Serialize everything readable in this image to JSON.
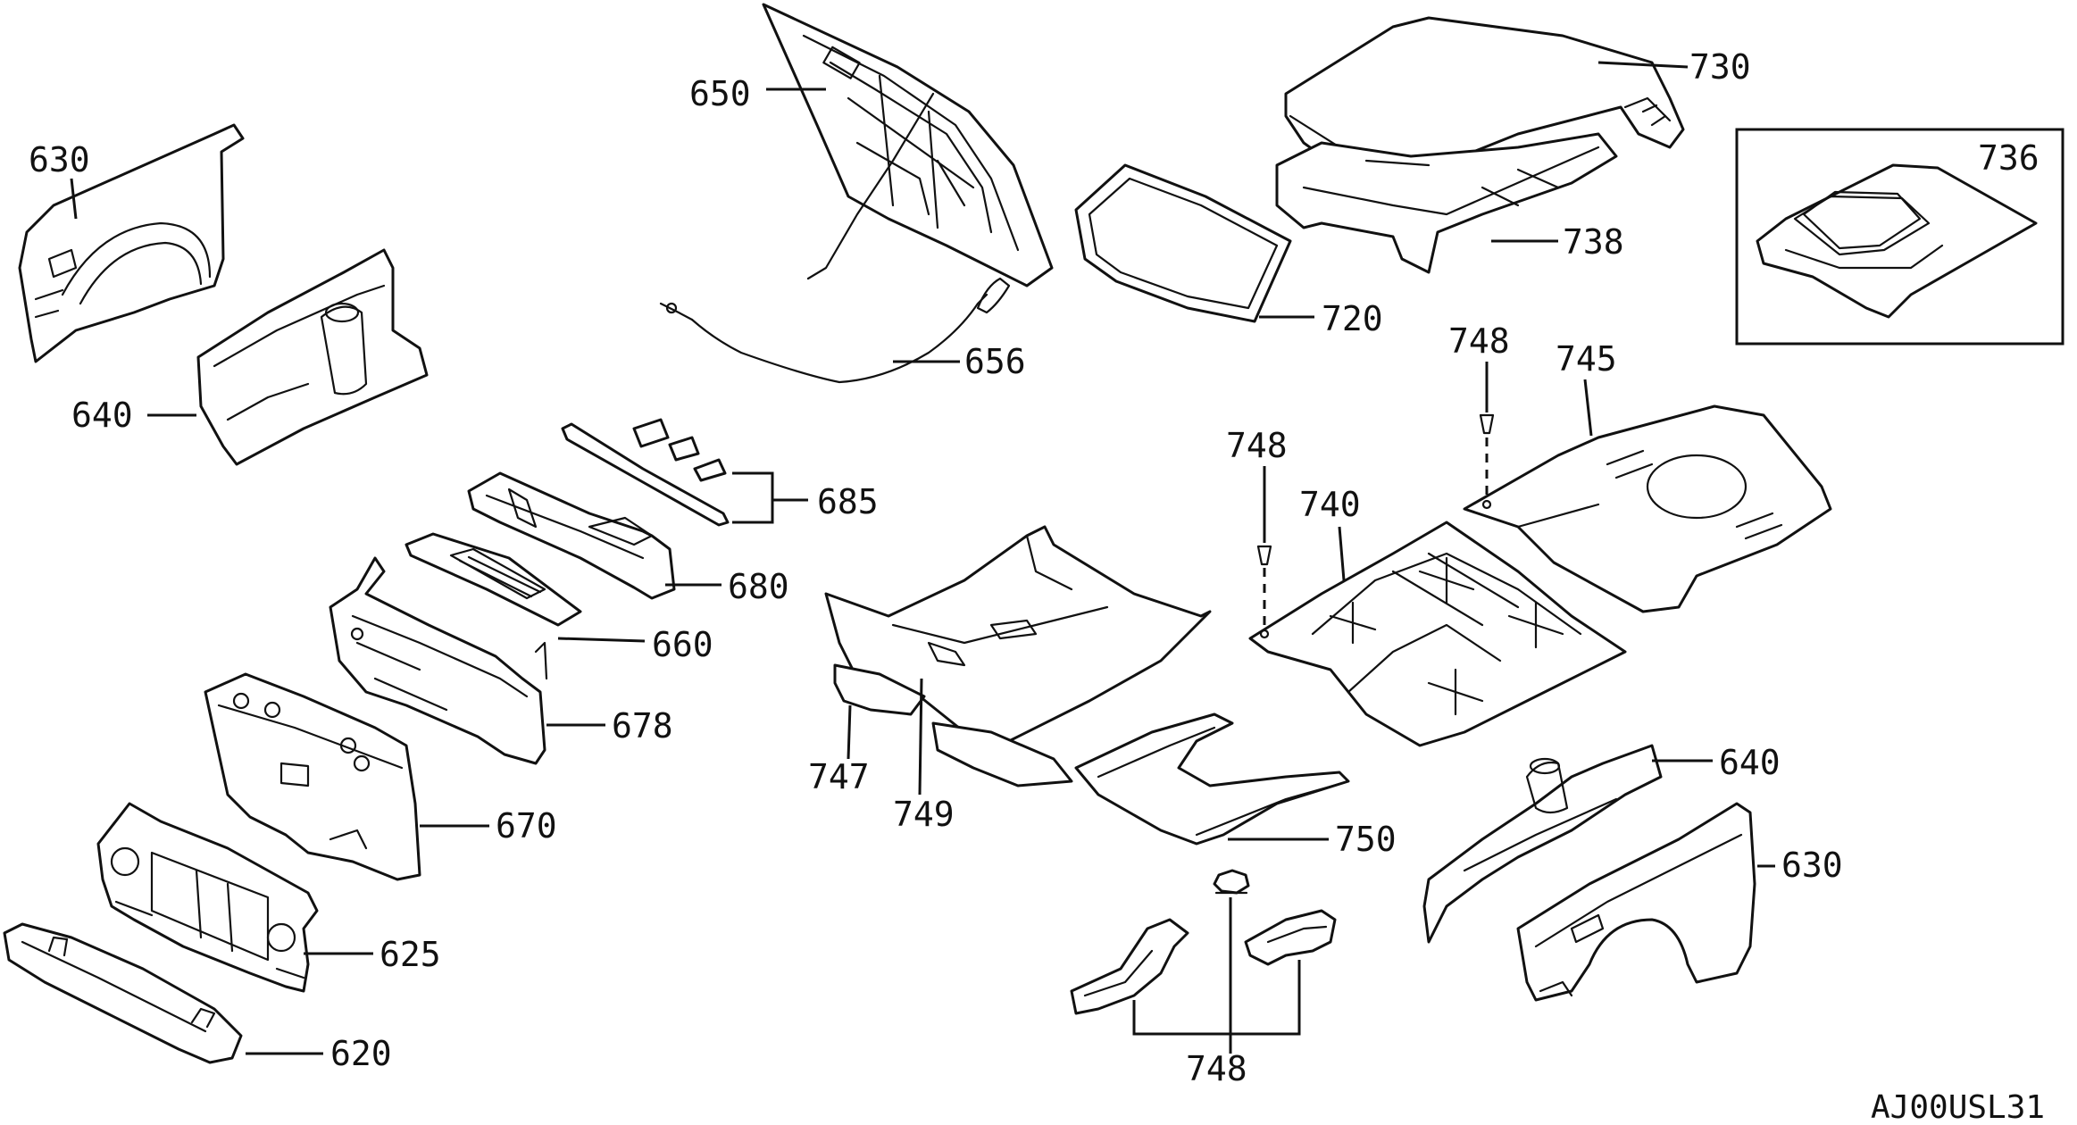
{
  "diagram": {
    "reference_code": "AJ00USL31",
    "callouts": {
      "c630_left": "630",
      "c640_left": "640",
      "c650": "650",
      "c656": "656",
      "c730": "730",
      "c738": "738",
      "c720": "720",
      "c736": "736",
      "c748_top_right": "748",
      "c745": "745",
      "c748_mid": "748",
      "c740": "740",
      "c685": "685",
      "c680": "680",
      "c660": "660",
      "c678": "678",
      "c670": "670",
      "c625": "625",
      "c620": "620",
      "c747": "747",
      "c749": "749",
      "c750": "750",
      "c640_right": "640",
      "c630_right": "630",
      "c748_bottom": "748"
    }
  },
  "colors": {
    "line": "#111111",
    "background": "#ffffff"
  }
}
